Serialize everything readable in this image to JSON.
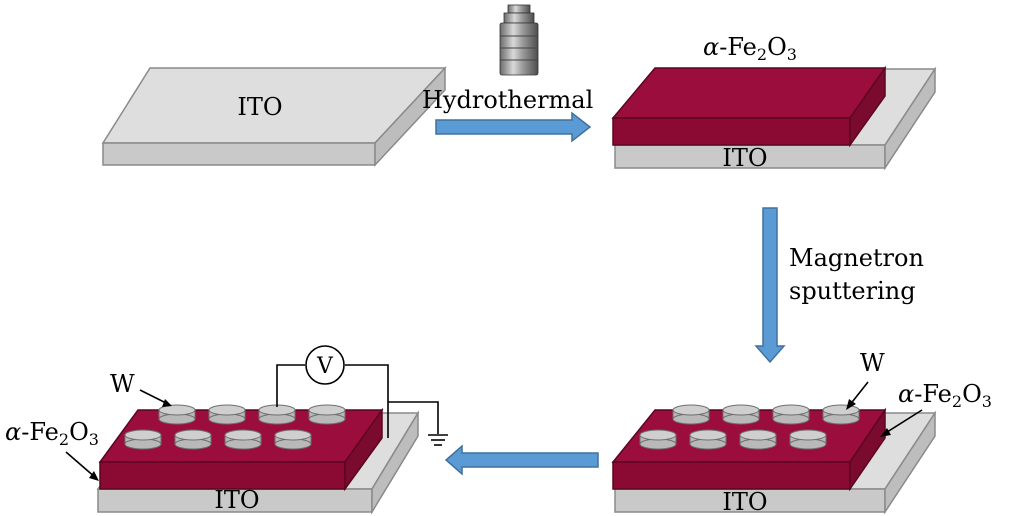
{
  "labels": {
    "ito": "ITO",
    "hydrothermal": "Hydrothermal",
    "fe2o3_alpha": "α",
    "fe2o3_formula": "-Fe",
    "fe2o3_sub": "2",
    "fe2o3_o": "O",
    "fe2o3_sub3": "3",
    "magnetron_line1": "Magnetron",
    "magnetron_line2": "sputtering",
    "w": "W",
    "voltmeter": "V"
  },
  "colors": {
    "ito_top": "#dedede",
    "ito_side": "#c9c9c9",
    "ito_stroke": "#8a8a8a",
    "fe2o3_top": "#9b0d3c",
    "fe2o3_side": "#8a0a33",
    "fe2o3_stroke": "#5a0620",
    "w_disc": "#b9b9b9",
    "w_stroke": "#6f6f6f",
    "arrow_fill": "#5b9bd5",
    "arrow_stroke": "#41719c"
  },
  "icons": {
    "autoclave": "autoclave-icon",
    "voltmeter": "voltmeter-icon",
    "ground": "ground-icon"
  }
}
